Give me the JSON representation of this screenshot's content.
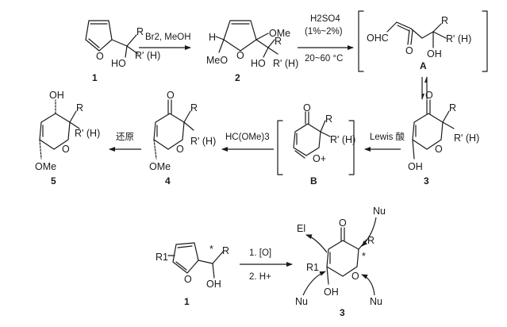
{
  "scheme": {
    "top_row": {
      "compound_1": {
        "number": "1",
        "substituents": {
          "r": "R",
          "r_prime": "R' (H)",
          "oh": "HO",
          "ring_o": "O"
        }
      },
      "step_1": {
        "reagents": "Br2, MeOH"
      },
      "compound_2": {
        "number": "2",
        "labels": {
          "h": "H",
          "ring_o": "O",
          "ome_right": "OMe",
          "meo": "MeO",
          "r": "R",
          "ho": "HO",
          "r_prime": "R' (H)"
        }
      },
      "step_2": {
        "reagent": "H2SO4",
        "concentration": "(1%~2%)",
        "temperature": "20~60 °C"
      },
      "intermediate_a": {
        "label": "A",
        "labels": {
          "ohc": "OHC",
          "carbonyl_o": "O",
          "r": "R",
          "r_prime": "R' (H)",
          "oh": "OH"
        }
      }
    },
    "middle_row": {
      "compound_3": {
        "number": "3",
        "labels": {
          "carbonyl_o": "O",
          "r": "R",
          "r_prime": "R' (H)",
          "ring_o": "O",
          "oh": "OH"
        }
      },
      "step_lewis": {
        "reagent": "Lewis 酸"
      },
      "intermediate_b": {
        "label": "B",
        "labels": {
          "carbonyl_o": "O",
          "r": "R",
          "r_prime": "R' (H)",
          "oxonium": "O+"
        }
      },
      "step_orthoformate": {
        "reagent": "HC(OMe)3"
      },
      "compound_4": {
        "number": "4",
        "labels": {
          "carbonyl_o": "O",
          "r": "R",
          "r_prime": "R' (H)",
          "ring_o": "O",
          "ome": "OMe"
        }
      },
      "step_reduction": {
        "reagent": "还原"
      },
      "compound_5": {
        "number": "5",
        "labels": {
          "oh": "OH",
          "r": "R",
          "r_prime": "R' (H)",
          "ring_o": "O",
          "ome": "OMe"
        }
      }
    },
    "bottom_row": {
      "compound_1": {
        "number": "1",
        "labels": {
          "r1": "R1",
          "ring_o": "O",
          "star": "*",
          "r": "R",
          "oh": "OH"
        }
      },
      "step_oxidation": {
        "reagent": "1. [O]"
      },
      "step_acid": {
        "reagent": "2. H+"
      },
      "compound_3": {
        "number": "3",
        "labels": {
          "el": "El",
          "carbonyl_o": "O",
          "nu_top": "Nu",
          "star": "*",
          "r": "R",
          "r1": "R1",
          "ring_o": "O",
          "oh": "OH",
          "nu_left": "Nu",
          "nu_right": "Nu"
        }
      }
    }
  }
}
